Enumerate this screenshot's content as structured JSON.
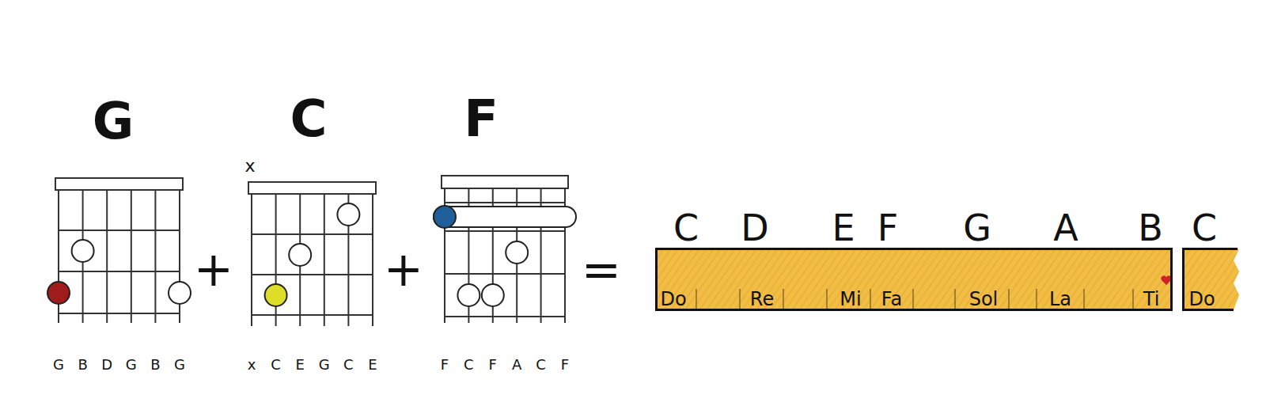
{
  "diagram": {
    "nodes": [
      {
        "text": [
          "G",
          "G",
          "B",
          "D",
          "G",
          "B",
          "G"
        ]
      },
      {
        "text": [
          "C",
          "x",
          "x",
          "C",
          "E",
          "G",
          "C",
          "E"
        ]
      },
      {
        "text": [
          "F",
          "F",
          "C",
          "F",
          "A",
          "C",
          "F"
        ]
      },
      {
        "text": [
          "Do",
          "Re",
          "Mi",
          "Fa",
          "Sol",
          "La",
          "Ti"
        ]
      },
      {
        "text": [
          "Do"
        ]
      }
    ],
    "labels": [
      "+",
      "+",
      "=",
      "C",
      "D",
      "E",
      "F",
      "G",
      "A",
      "B",
      "C"
    ]
  }
}
